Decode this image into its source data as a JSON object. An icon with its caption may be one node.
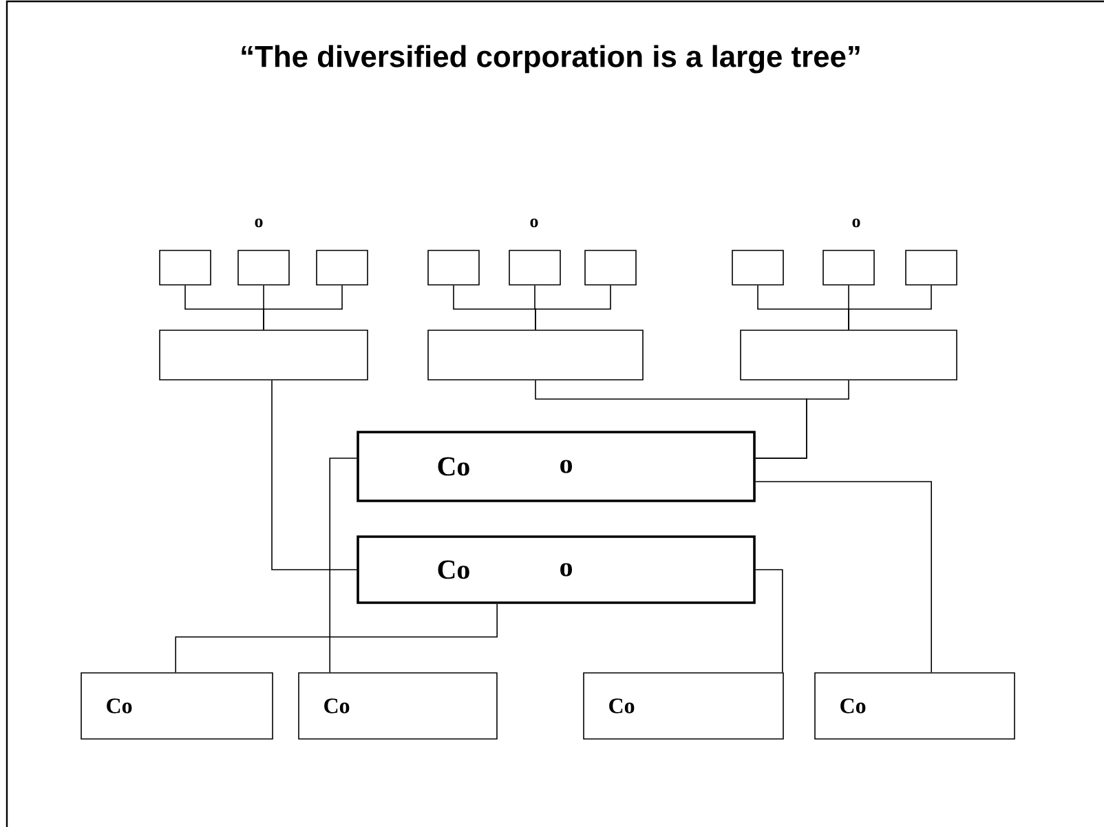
{
  "diagram": {
    "title": "“The diversified corporation is a large tree”",
    "nodes": [
      {
        "text": [],
        "shape": "box"
      },
      {
        "text": [],
        "shape": "box"
      },
      {
        "text": [],
        "shape": "box"
      },
      {
        "text": [],
        "shape": "box"
      },
      {
        "text": [],
        "shape": "box"
      },
      {
        "text": [],
        "shape": "box"
      },
      {
        "text": [],
        "shape": "box"
      },
      {
        "text": [],
        "shape": "box"
      },
      {
        "text": [],
        "shape": "box"
      },
      {
        "text": [],
        "shape": "box"
      },
      {
        "text": [],
        "shape": "box"
      },
      {
        "text": [],
        "shape": "box"
      },
      {
        "text": [
          "Co",
          "o"
        ]
      },
      {
        "text": [
          "Co",
          "o"
        ]
      },
      {
        "text": [
          "Co"
        ]
      },
      {
        "text": [
          "Co"
        ]
      },
      {
        "text": [
          "Co"
        ]
      },
      {
        "text": [
          "Co"
        ]
      }
    ],
    "edges": [
      {
        "from": 0,
        "to": 9,
        "arrow": "none"
      },
      {
        "from": 1,
        "to": 9,
        "arrow": "none"
      },
      {
        "from": 2,
        "to": 9,
        "arrow": "none"
      },
      {
        "from": 3,
        "to": 10,
        "arrow": "none"
      },
      {
        "from": 4,
        "to": 10,
        "arrow": "none"
      },
      {
        "from": 5,
        "to": 10,
        "arrow": "none"
      },
      {
        "from": 6,
        "to": 11,
        "arrow": "none"
      },
      {
        "from": 7,
        "to": 11,
        "arrow": "none"
      },
      {
        "from": 8,
        "to": 11,
        "arrow": "none"
      },
      {
        "from": 9,
        "to": 13,
        "arrow": "none"
      },
      {
        "from": 10,
        "to": 12,
        "arrow": "none"
      },
      {
        "from": 11,
        "to": 12,
        "arrow": "none"
      },
      {
        "from": 12,
        "to": 15,
        "arrow": "none"
      },
      {
        "from": 12,
        "to": 17,
        "arrow": "none"
      },
      {
        "from": 13,
        "to": 14,
        "arrow": "none"
      },
      {
        "from": 13,
        "to": 16,
        "arrow": "none"
      }
    ],
    "labels": [
      "o",
      "o",
      "o"
    ]
  }
}
